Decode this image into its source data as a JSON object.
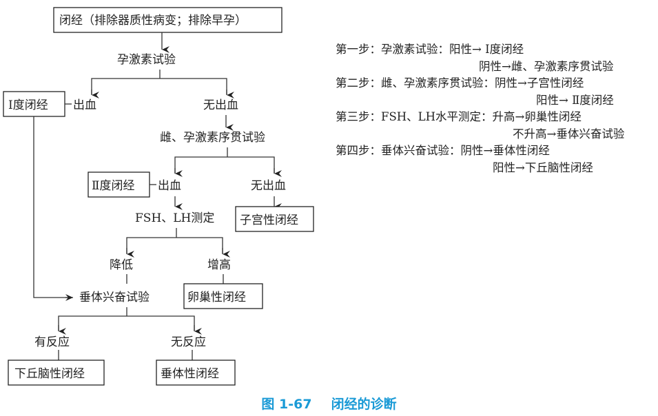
{
  "flowchart": {
    "root": "闭经（排除器质性病变；排除早孕）",
    "progesterone_test": "孕激素试验",
    "bleeding_1": "出血",
    "no_bleeding_1": "无出血",
    "grade1": "Ⅰ度闭经",
    "estro_prog_test": "雌、孕激素序贯试验",
    "bleeding_2": "出血",
    "no_bleeding_2": "无出血",
    "grade2": "Ⅱ度闭经",
    "uterine": "子宫性闭经",
    "fsh_lh": "FSH、LH测定",
    "decreased": "降低",
    "increased": "增高",
    "ovarian": "卵巢性闭经",
    "pituitary_test": "垂体兴奋试验",
    "responsive": "有反应",
    "unresponsive": "无反应",
    "hypothalamic": "下丘脑性闭经",
    "pituitary": "垂体性闭经"
  },
  "steps": [
    {
      "label": "第一步：孕激素试验：",
      "a": "阳性→ Ⅰ度闭经",
      "b": "阴性→雌、孕激素序贯试验"
    },
    {
      "label": "第二步：雌、孕激素序贯试验：",
      "a": "阴性→子宫性闭经",
      "b": "阳性→ Ⅱ度闭经"
    },
    {
      "label": "第三步：FSH、LH水平测定：",
      "a": "升高→卵巢性闭经",
      "b": "不升高→垂体兴奋试验"
    },
    {
      "label": "第四步：垂体兴奋试验：",
      "a": "阴性→垂体性闭经",
      "b": "阳性→下丘脑性闭经"
    }
  ],
  "caption": {
    "number": "图 1-67",
    "title": "闭经的诊断",
    "color": "#1a9ad6"
  }
}
